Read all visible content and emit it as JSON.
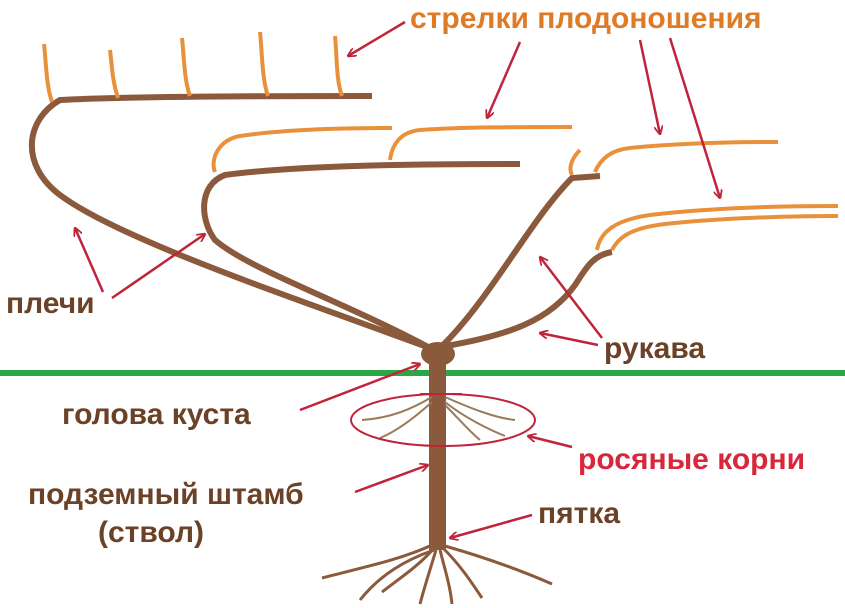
{
  "colors": {
    "background": "#ffffff",
    "wood": "#8b5a3c",
    "shoot": "#e8913a",
    "arrow": "#c0243a",
    "ground": "#2aa845",
    "root": "#9a7a5a",
    "label_brown": "#6b4228",
    "label_orange": "#e07b25",
    "label_red": "#d8263a"
  },
  "labels": {
    "fruiting_shoots": "стрелки  плодоношения",
    "shoulders": "плечи",
    "sleeves": "рукава",
    "bush_head": "голова  куста",
    "dew_roots": "росяные корни",
    "underground_trunk_line1": "подземный штамб",
    "underground_trunk_line2": "(ствол)",
    "heel": "пятка"
  },
  "icons": {
    "arrow": "red-arrow-icon",
    "ellipse": "dew-roots-ellipse-icon"
  }
}
